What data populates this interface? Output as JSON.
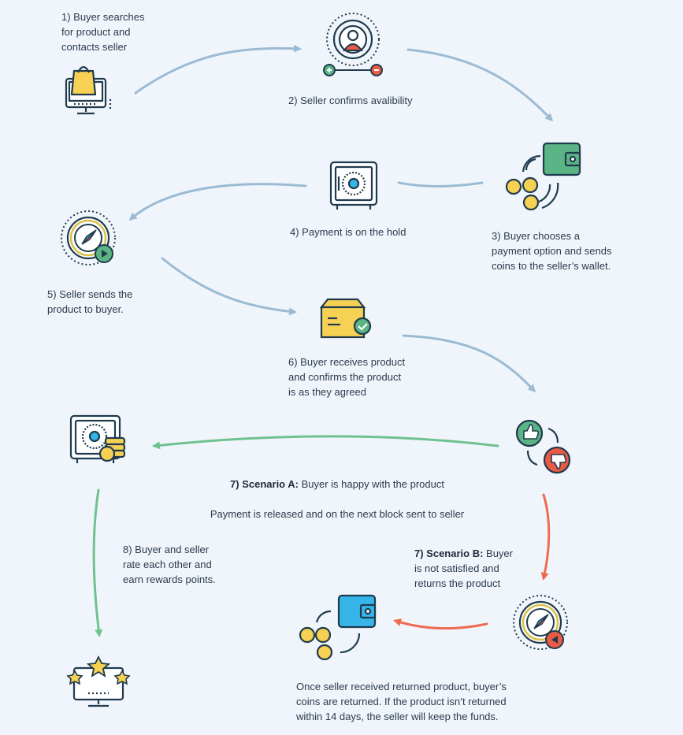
{
  "colors": {
    "background": "#f0f5fc",
    "arrow_blue": "#9bbbd4",
    "arrow_green": "#6fc28f",
    "arrow_red": "#ef6b50",
    "outline": "#1f3b4d",
    "accent_teal": "#2e9c8f",
    "accent_yellow": "#f7d154",
    "accent_red": "#ea5a44",
    "accent_blue": "#35b5e8",
    "accent_green": "#5ab484"
  },
  "icons": [
    "shopping-monitor-icon",
    "seller-profile-icon",
    "wallet-coins-icon",
    "vault-safe-icon",
    "compass-send-icon",
    "delivered-box-icon",
    "vault-coins-icon",
    "thumbs-feedback-icon",
    "compass-return-icon",
    "refund-wallet-icon",
    "rating-monitor-icon"
  ],
  "steps": {
    "s1": "1) Buyer searches\nfor product and\ncontacts seller",
    "s2": "2) Seller confirms avalibility",
    "s3": "3) Buyer chooses a\npayment option and sends\ncoins to the seller’s wallet.",
    "s4": "4) Payment is on the hold",
    "s5": "5) Seller sends the\nproduct to buyer.",
    "s6": "6) Buyer receives product\nand confirms the product\nis as they agreed",
    "s7a_bold": "7) Scenario A:",
    "s7a_text": " Buyer is happy with the product",
    "s7a_line2": "Payment is released and on the next block sent to seller",
    "s7b_bold": "7) Scenario B:",
    "s7b_text": " Buyer\nis not satisfied and\nreturns the product",
    "s8": "8) Buyer and seller\nrate each other and\nearn rewards points.",
    "refund": "Once seller received returned product, buyer’s\ncoins are returned.  If the product isn’t returned\nwithin 14 days, the seller will keep the funds."
  }
}
